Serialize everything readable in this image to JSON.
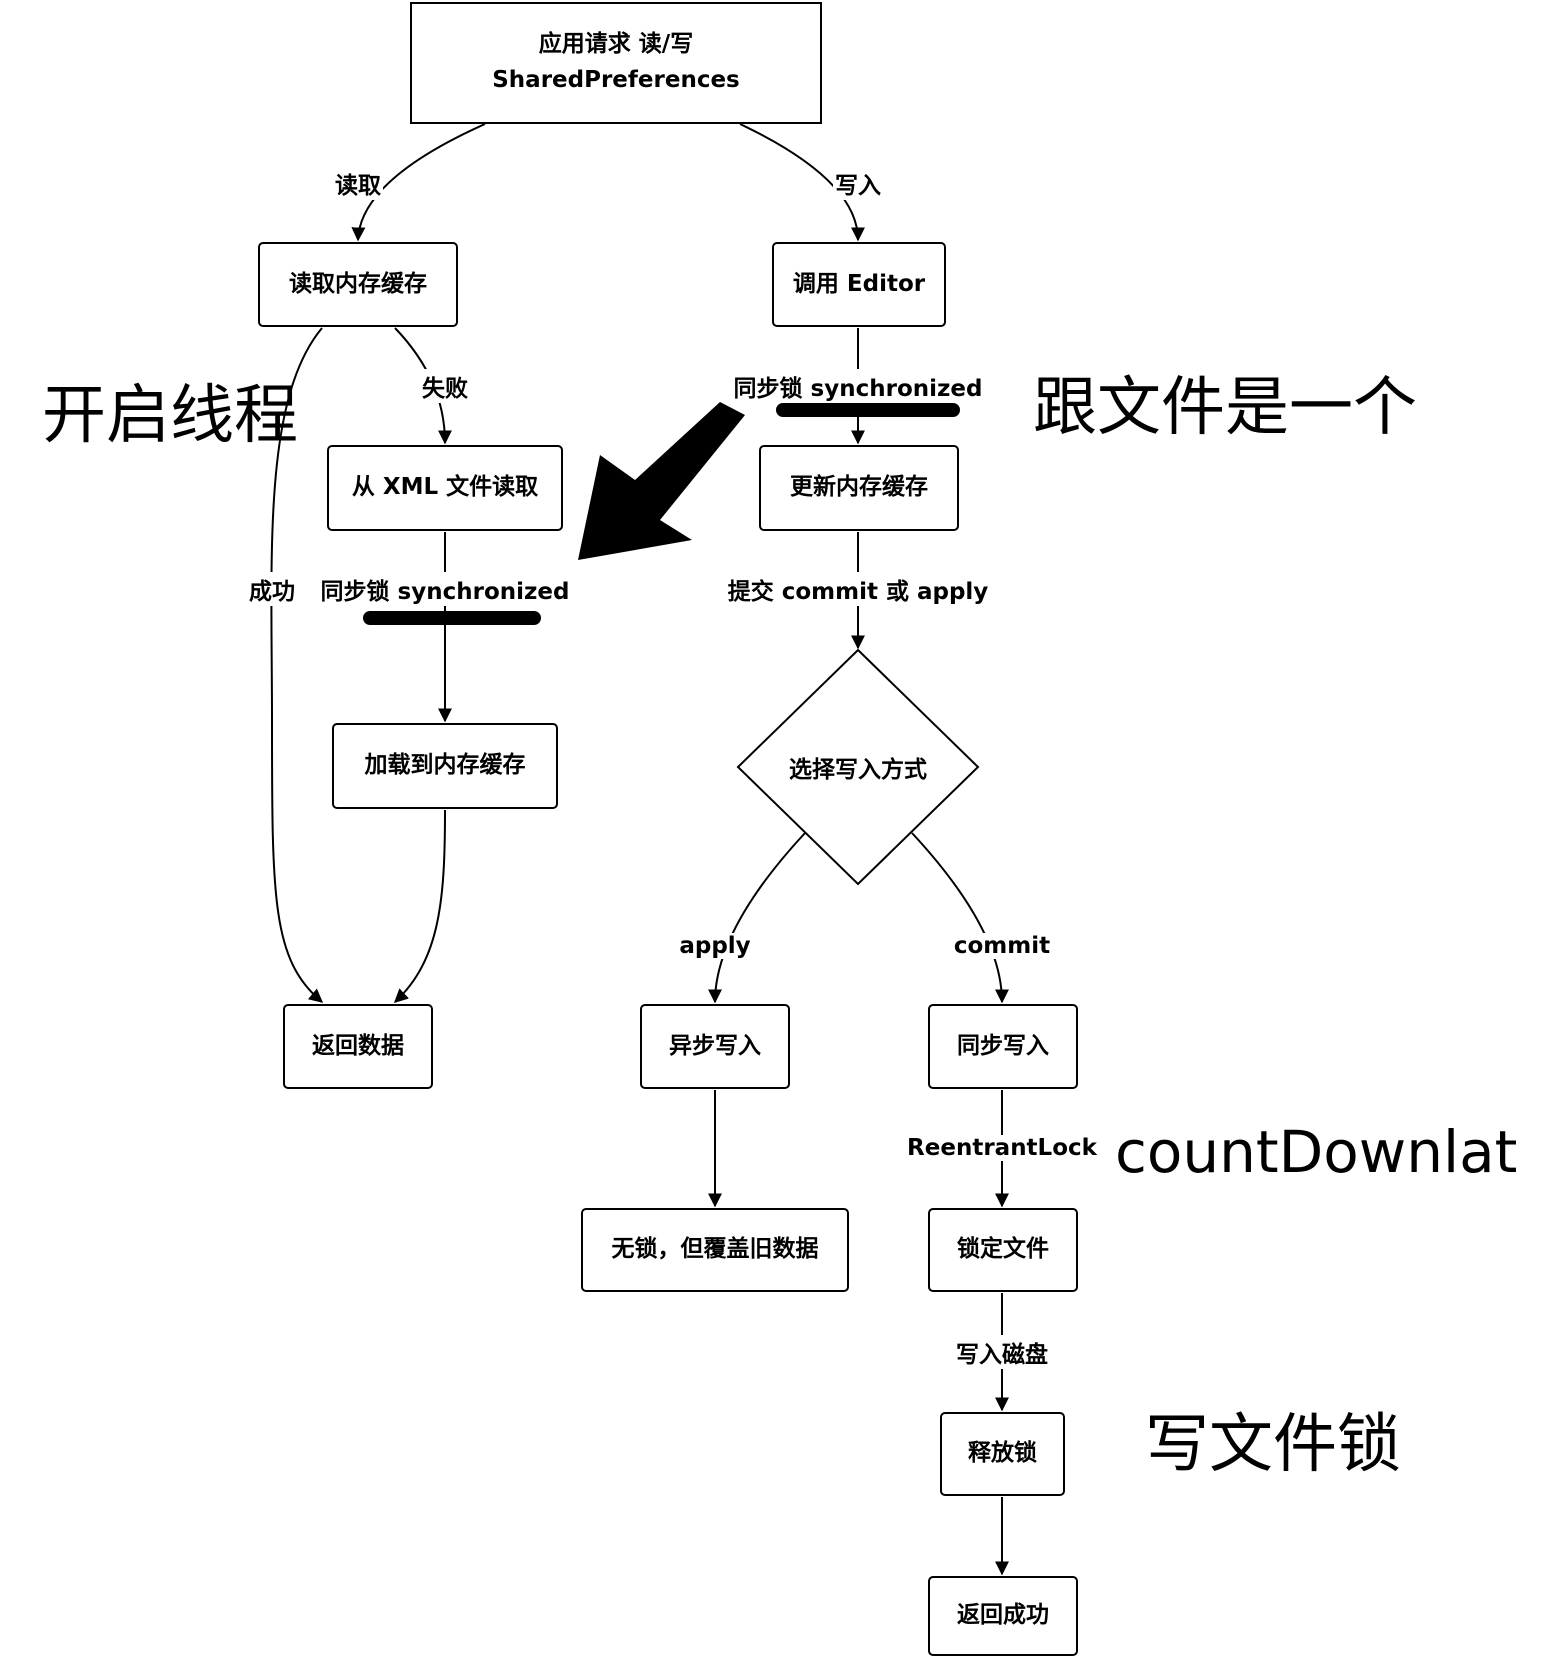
{
  "nodes": {
    "start": {
      "line1": "应用请求 读/写",
      "line2": "SharedPreferences"
    },
    "read_mem": "读取内存缓存",
    "call_editor": "调用 Editor",
    "read_xml": "从 XML 文件读取",
    "update_mem": "更新内存缓存",
    "load_mem": "加载到内存缓存",
    "decision": "选择写入方式",
    "return_data": "返回数据",
    "async_write": "异步写入",
    "sync_write": "同步写入",
    "no_lock": "无锁，但覆盖旧数据",
    "lock_file": "锁定文件",
    "release_lock": "释放锁",
    "return_success": "返回成功"
  },
  "edges": {
    "read": "读取",
    "write": "写入",
    "fail": "失败",
    "success": "成功",
    "sync_lock_right": "同步锁 synchronized",
    "sync_lock_left": "同步锁 synchronized",
    "commit_or_apply": "提交 commit 或 apply",
    "apply": "apply",
    "commit": "commit",
    "reentrant_lock": "ReentrantLock",
    "write_disk": "写入磁盘"
  },
  "annotations": {
    "open_thread": "开启线程",
    "same_as_file": "跟文件是一个",
    "count_down": "countDownlat",
    "write_file_lock": "写文件锁"
  }
}
